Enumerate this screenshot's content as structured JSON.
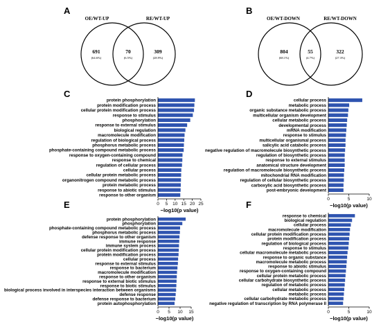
{
  "panel_labels": {
    "A": "A",
    "B": "B",
    "C": "C",
    "D": "D",
    "E": "E",
    "F": "F"
  },
  "venn": [
    {
      "panel": "A",
      "left_title": "OE/WT-UP",
      "right_title": "RE/WT-UP",
      "left_only": "691",
      "left_only_pct": "(64.6%)",
      "overlap": "70",
      "overlap_pct": "(6.5%)",
      "right_only": "309",
      "right_only_pct": "(28.9%)"
    },
    {
      "panel": "B",
      "left_title": "OE/WT-DOWN",
      "right_title": "RE/WT-DOWN",
      "left_only": "804",
      "left_only_pct": "(68.1%)",
      "overlap": "55",
      "overlap_pct": "(4.7%)",
      "right_only": "322",
      "right_only_pct": "(27.3%)"
    }
  ],
  "colors": {
    "bar": "#2f54b0",
    "axis": "#000000"
  },
  "chart_data": [
    {
      "panel": "C",
      "type": "bar",
      "orientation": "horizontal",
      "xlabel": "−log10(p value)",
      "xlim": [
        0,
        25
      ],
      "xticks": [
        "0",
        "5",
        "10",
        "15",
        "20",
        "25"
      ],
      "categories": [
        "protein phosphorylation",
        "protein modification process",
        "cellular protein modification process",
        "response to stimulus",
        "phosphorylation",
        "response to external stimulus",
        "biological regulation",
        "macromolecule modification",
        "regulation of biological process",
        "phosphorus metabolic process",
        "phosphate-containing compound metabolic process",
        "response to oxygen-containing compound",
        "response to chemical",
        "regulation of cellular process",
        "cellular process",
        "cellular protein metabolic process",
        "organonitrogen compound metabolic process",
        "protein metabolic process",
        "response to abiotic stimulus",
        "response to other organism"
      ],
      "values": [
        21.5,
        21.2,
        21.0,
        20.3,
        18.8,
        17.0,
        16.0,
        15.5,
        15.3,
        15.1,
        15.0,
        14.3,
        14.2,
        14.0,
        13.6,
        13.5,
        13.4,
        13.3,
        13.2,
        13.0
      ]
    },
    {
      "panel": "D",
      "type": "bar",
      "orientation": "horizontal",
      "xlabel": "−log10(p value)",
      "xlim": [
        0,
        10
      ],
      "xticks": [
        "0",
        "5",
        "10"
      ],
      "categories": [
        "cellular process",
        "metabolic process",
        "organic substance metabolic process",
        "multicellular organism development",
        "cellular metabolic process",
        "developmental process",
        "mRNA modification",
        "response to stimulus",
        "multicellular organismal process",
        "salicylic acid catabolic process",
        "negative regulation of macromolecule biosynthetic process",
        "regulation of biosynthetic process",
        "response to external stimulus",
        "anatomical structure development",
        "regulation of macromolecule biosynthetic process",
        "mitochondrial RNA modification",
        "regulation of cellular biosynthetic process",
        "carboxylic acid biosynthetic process",
        "post-embryonic development"
      ],
      "values": [
        8.3,
        5.1,
        4.9,
        4.8,
        4.6,
        4.5,
        4.4,
        4.3,
        4.2,
        4.2,
        4.1,
        4.0,
        4.0,
        4.0,
        3.9,
        3.8,
        3.8,
        3.7,
        3.7
      ]
    },
    {
      "panel": "E",
      "type": "bar",
      "orientation": "horizontal",
      "xlabel": "−log10(p value)",
      "xlim": [
        0,
        15
      ],
      "xticks": [
        "0",
        "5",
        "10",
        "15"
      ],
      "categories": [
        "protein phosphorylation",
        "phosphorylation",
        "phosphate-containing compound metabolic process",
        "phosphorus metabolic process",
        "defense response to other organism",
        "immune response",
        "immune system process",
        "cellular protein modification process",
        "protein modification process",
        "cellular process",
        "response to external stimulus",
        "response to bacterium",
        "macromolecule modification",
        "response to other organism",
        "response to external biotic stimulus",
        "response to biotic stimulus",
        "biological process involved in interspecies interaction between organisms",
        "defense response",
        "defense response to bacterium",
        "protein autophosphorylation"
      ],
      "values": [
        12.5,
        11.0,
        10.0,
        9.9,
        9.7,
        9.6,
        9.5,
        9.4,
        9.3,
        9.1,
        9.0,
        8.8,
        8.6,
        8.5,
        8.4,
        8.3,
        8.2,
        8.0,
        7.8,
        7.5
      ]
    },
    {
      "panel": "F",
      "type": "bar",
      "orientation": "horizontal",
      "xlabel": "−log10(p value)",
      "xlim": [
        0,
        10
      ],
      "xticks": [
        "0",
        "5",
        "10"
      ],
      "categories": [
        "response to chemical",
        "biological regulation",
        "cellular process",
        "macromolecule modification",
        "cellular protein modification process",
        "protein modification process",
        "regulation of biological process",
        "response to stimulus",
        "cellular macromolecule metabolic process",
        "response to organic substance",
        "macromolecule metabolic process",
        "response to abiotic stimulus",
        "response to oxygen-containing compound",
        "cellular protein metabolic process",
        "cellular carbohydrate biosynthetic process",
        "regulation of metabolic process",
        "cellular metabolic process",
        "metabolic process",
        "cellular carbohydrate metabolic process",
        "negative regulation of transcription by RNA polymerase II"
      ],
      "values": [
        6.5,
        5.8,
        5.5,
        5.3,
        5.2,
        5.1,
        5.0,
        4.9,
        4.7,
        4.6,
        4.5,
        4.4,
        4.3,
        4.2,
        4.1,
        4.0,
        3.9,
        3.8,
        3.7,
        3.6
      ]
    }
  ]
}
